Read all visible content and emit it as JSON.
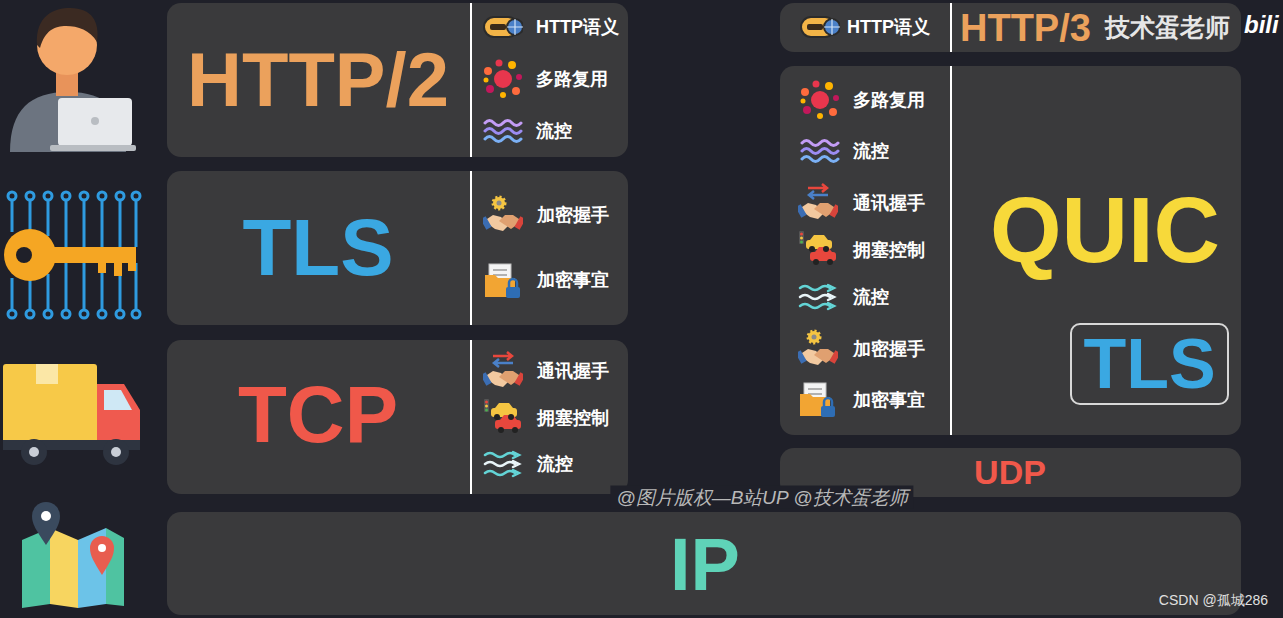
{
  "diagram": {
    "nodes": [
      {
        "text": [
          "HTTP/2",
          "HTTP语义",
          "多路复用",
          "流控"
        ]
      },
      {
        "text": [
          "TLS",
          "加密握手",
          "加密事宜"
        ]
      },
      {
        "text": [
          "TCP",
          "通讯握手",
          "拥塞控制",
          "流控"
        ]
      },
      {
        "text": [
          "HTTP语义",
          "HTTP/3"
        ]
      },
      {
        "text": [
          "多路复用",
          "流控",
          "通讯握手",
          "拥塞控制",
          "流控",
          "加密握手",
          "加密事宜",
          "QUIC"
        ]
      },
      {
        "text": [
          "TLS"
        ],
        "in": 4
      },
      {
        "text": [
          "UDP"
        ]
      },
      {
        "text": [
          "IP"
        ]
      }
    ],
    "labels": [
      "技术蛋老师",
      "bili",
      "@图片版权—B站UP @技术蛋老师",
      "CSDN @孤城286"
    ]
  }
}
